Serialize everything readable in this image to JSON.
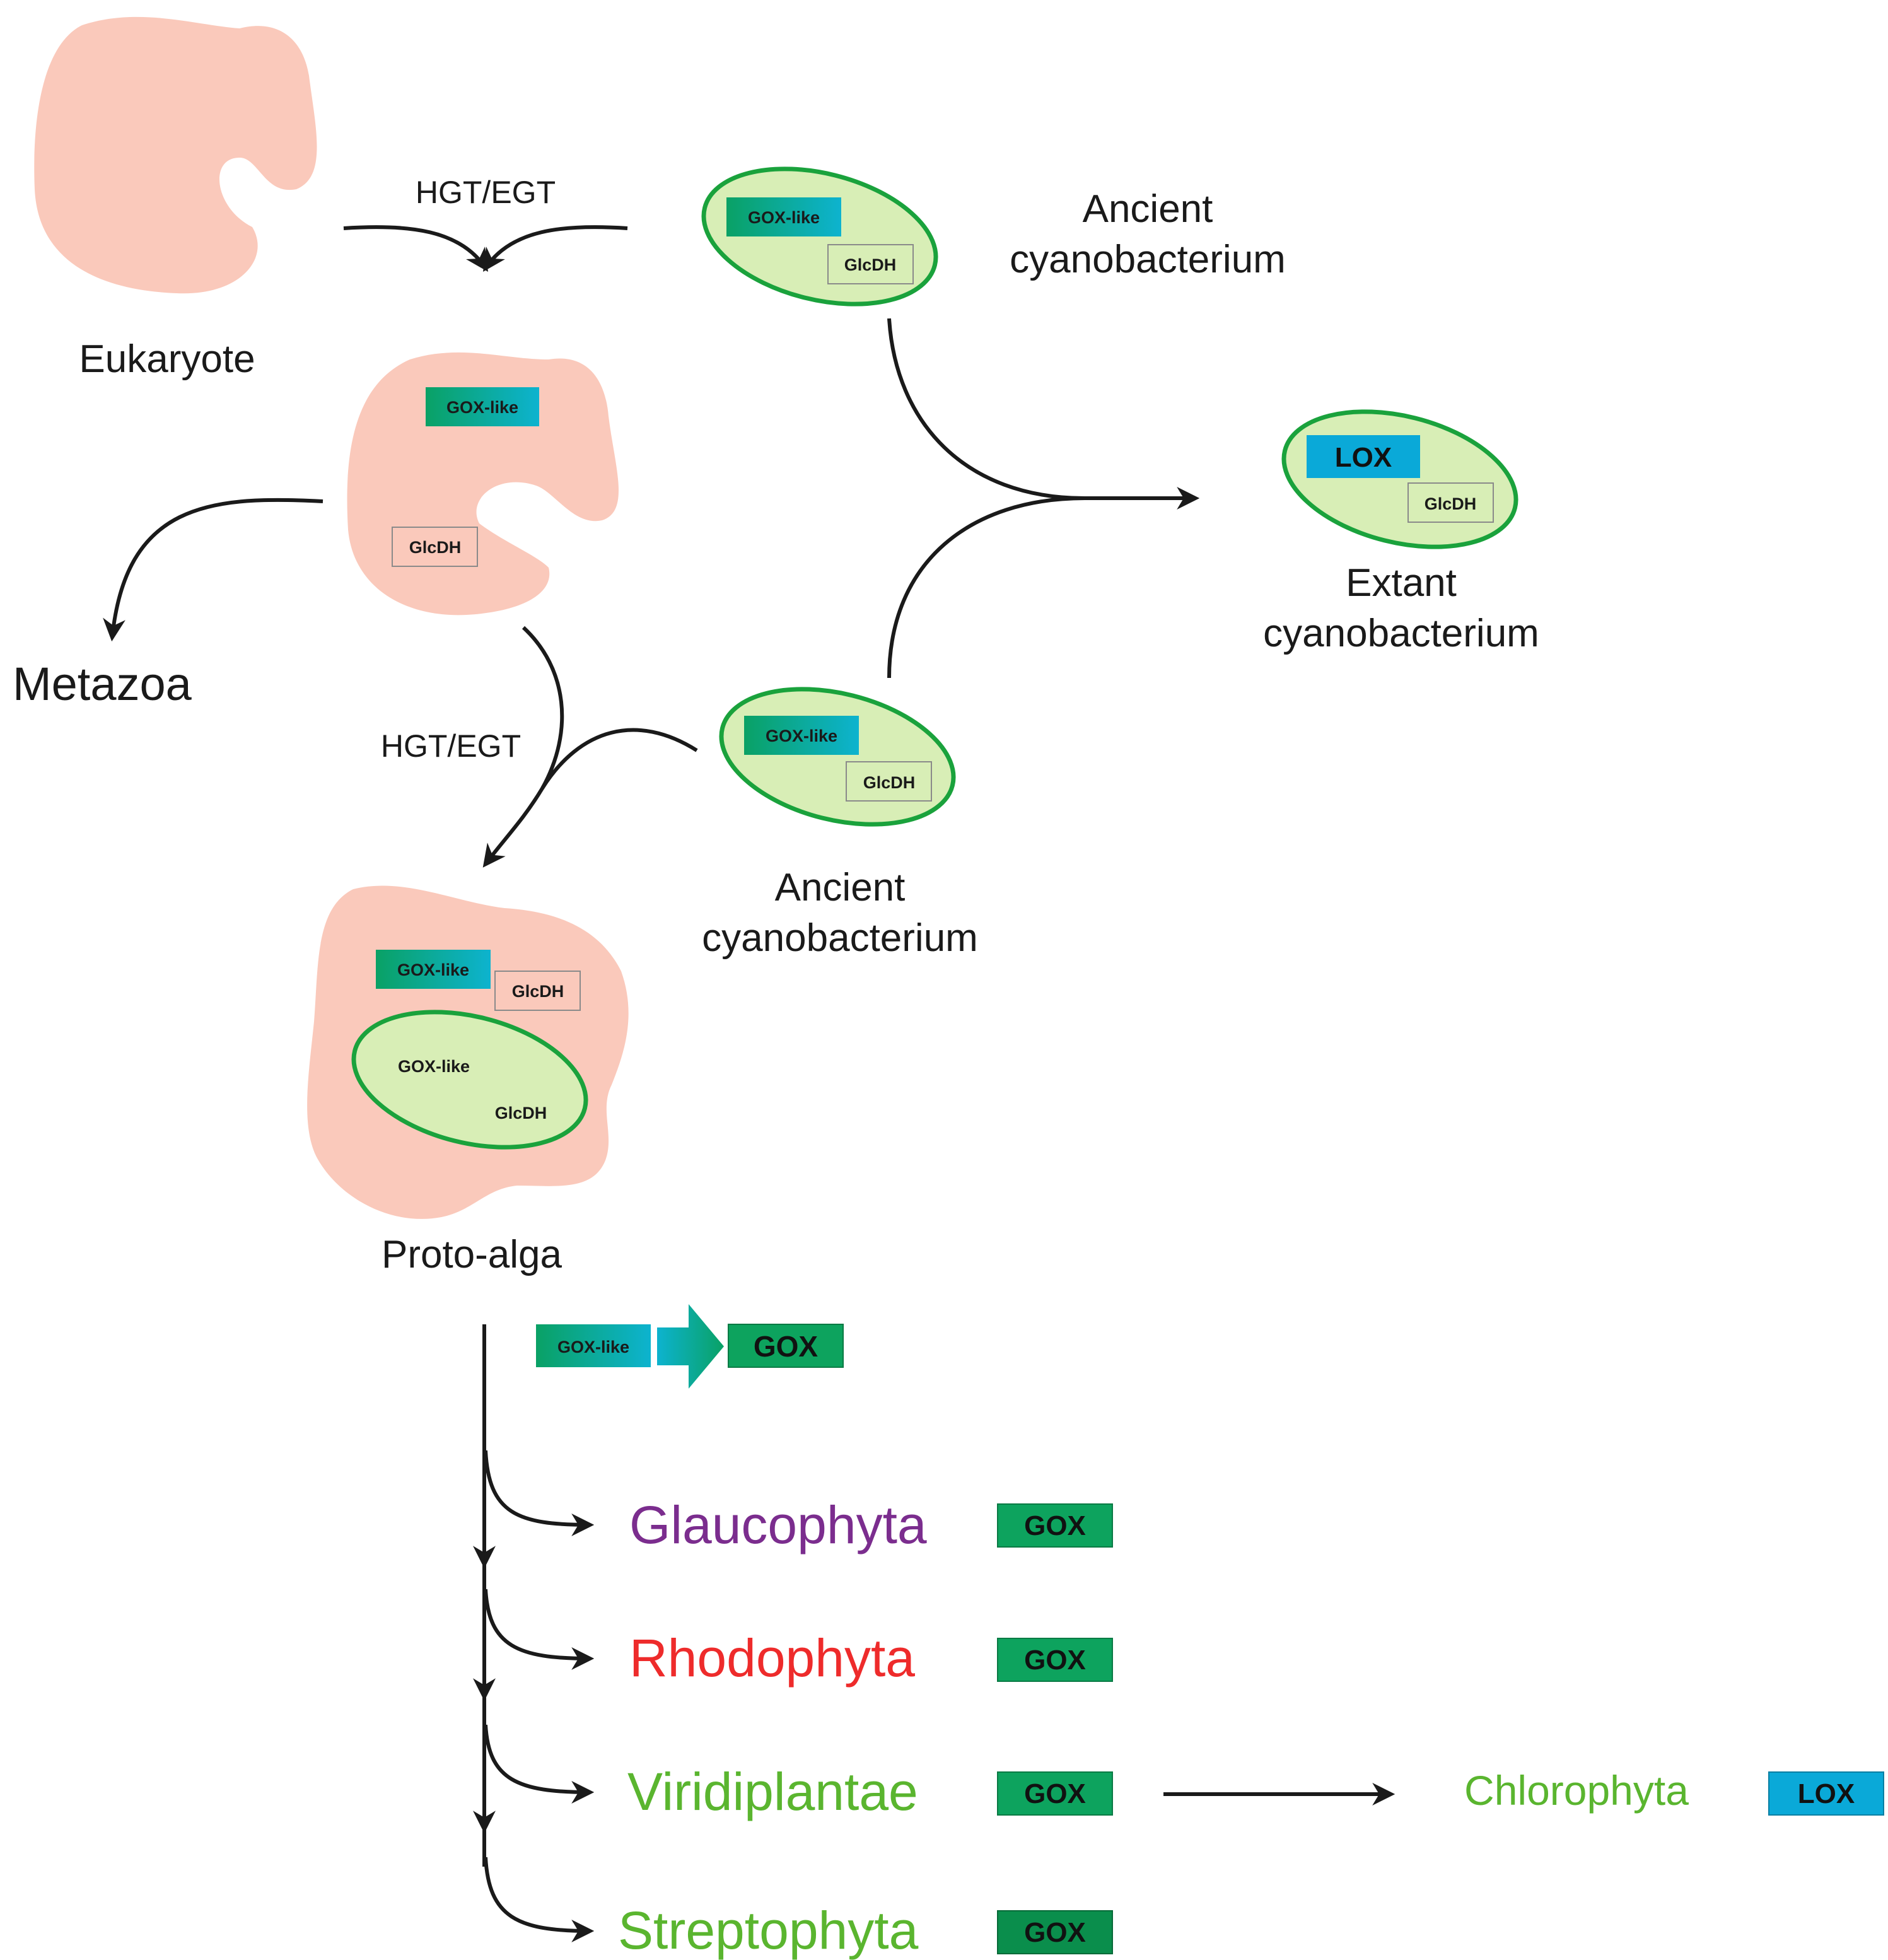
{
  "labels": {
    "hgt_egt_top": "HGT/EGT",
    "hgt_egt_mid": "HGT/EGT",
    "eukaryote": "Eukaryote",
    "metazoa": "Metazoa",
    "ancient_cyano_top_1": "Ancient",
    "ancient_cyano_top_2": "cyanobacterium",
    "ancient_cyano_mid_1": "Ancient",
    "ancient_cyano_mid_2": "cyanobacterium",
    "extant_cyano_1": "Extant",
    "extant_cyano_2": "cyanobacterium",
    "proto_alga": "Proto-alga"
  },
  "genes": {
    "gox_like": "GOX-like",
    "glcdh": "GlcDH",
    "lox": "LOX",
    "gox": "GOX"
  },
  "taxa": [
    {
      "name": "Glaucophyta",
      "gene": "GOX",
      "color": "#7b2d8e"
    },
    {
      "name": "Rhodophyta",
      "gene": "GOX",
      "color": "#ee2b2b"
    },
    {
      "name": "Viridiplantae",
      "gene": "GOX",
      "color": "#5ab52f"
    },
    {
      "name": "Streptophyta",
      "gene": "GOX",
      "color": "#5ab52f"
    }
  ],
  "chlorophyta": {
    "name": "Chlorophyta",
    "gene": "LOX",
    "color": "#5ab52f"
  },
  "colors": {
    "eukaryote_fill": "#fac9bb",
    "cyano_fill": "#d8eeb6",
    "cyano_outline": "#1aa23c",
    "gox_green": "#0da35e",
    "gox_like_gradient_start": "#0aa165",
    "gox_like_gradient_end": "#0db3cf",
    "lox_blue": "#0aa9d8"
  }
}
